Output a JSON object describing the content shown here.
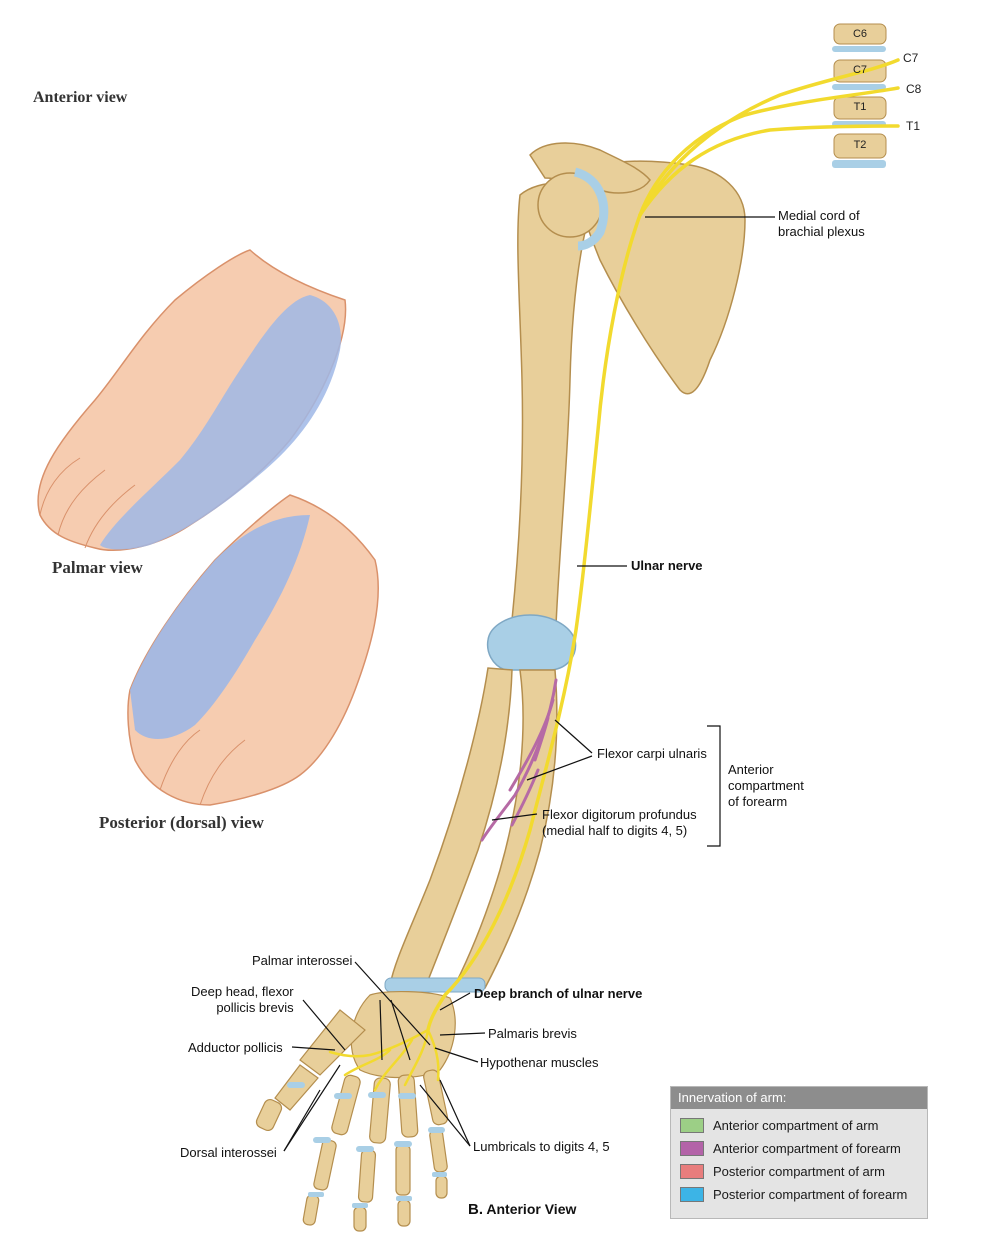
{
  "views": {
    "anterior_view": "Anterior view",
    "palmar_view": "Palmar view",
    "posterior_view": "Posterior (dorsal) view",
    "figure_letter": "B.",
    "figure_caption": "Anterior View"
  },
  "vertebrae": [
    "C6",
    "C7",
    "T1",
    "T2"
  ],
  "roots": [
    "C7",
    "C8",
    "T1"
  ],
  "labels": {
    "medial_cord": [
      "Medial cord of",
      "brachial plexus"
    ],
    "ulnar_nerve": "Ulnar nerve",
    "flexor_carpi_ulnaris": "Flexor carpi ulnaris",
    "flexor_digitorum_profundus": [
      "Flexor digitorum profundus",
      "(medial half to digits 4, 5)"
    ],
    "anterior_compartment_forearm": [
      "Anterior",
      "compartment",
      "of forearm"
    ],
    "palmar_interossei": "Palmar interossei",
    "deep_head_fpb": [
      "Deep head, flexor",
      "pollicis brevis"
    ],
    "deep_branch": "Deep branch of ulnar nerve",
    "palmaris_brevis": "Palmaris brevis",
    "adductor_pollicis": "Adductor pollicis",
    "hypothenar": "Hypothenar muscles",
    "dorsal_interossei": "Dorsal interossei",
    "lumbricals": "Lumbricals to digits 4, 5"
  },
  "legend": {
    "title": "Innervation of arm:",
    "items": [
      {
        "label": "Anterior compartment of arm",
        "color": "#9ccf86"
      },
      {
        "label": "Anterior compartment of forearm",
        "color": "#b363a8"
      },
      {
        "label": "Posterior compartment of arm",
        "color": "#e87d7d"
      },
      {
        "label": "Posterior compartment of forearm",
        "color": "#3cb4e6"
      }
    ]
  },
  "colors": {
    "bone": "#e8cf9a",
    "bone_edge": "#b48e4e",
    "cartilage": "#a9cfe6",
    "nerve": "#f2da2e",
    "muscle_branch": "#b66aa5",
    "skin": "#f6ccb0",
    "sensory_zone": "#9fb7e6"
  }
}
